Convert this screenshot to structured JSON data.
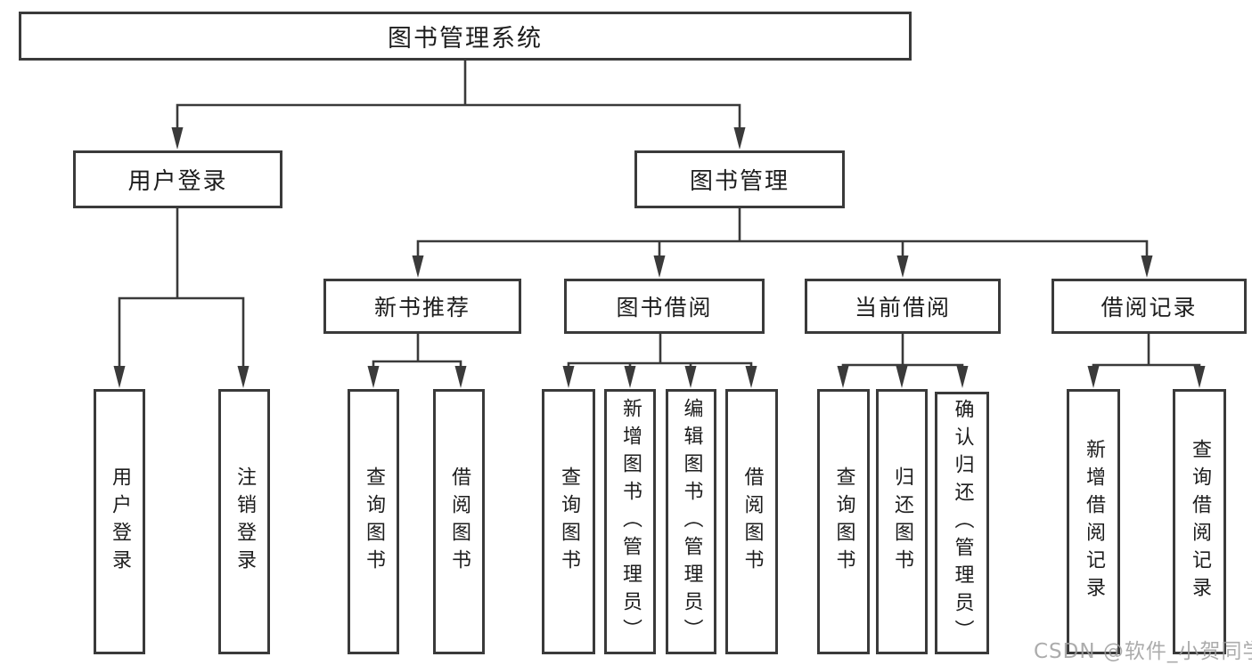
{
  "diagram": {
    "root": {
      "label": "图书管理系统"
    },
    "level2": [
      {
        "label": "用户登录"
      },
      {
        "label": "图书管理"
      }
    ],
    "level3": [
      {
        "label": "新书推荐"
      },
      {
        "label": "图书借阅"
      },
      {
        "label": "当前借阅"
      },
      {
        "label": "借阅记录"
      }
    ],
    "leaves": {
      "login": [
        "用户登录",
        "注销登录"
      ],
      "recommend": [
        "查询图书",
        "借阅图书"
      ],
      "borrow": [
        "查询图书",
        "新增图书（管理员）",
        "编辑图书（管理员）",
        "借阅图书"
      ],
      "current": [
        "查询图书",
        "归还图书",
        "确认归还（管理员）"
      ],
      "records": [
        "新增借阅记录",
        "查询借阅记录"
      ]
    }
  },
  "watermark": "CSDN @软件_小贺同学",
  "colors": {
    "line": "#3a3a3a",
    "text": "#1d1d1d",
    "watermark": "#9e9e9e",
    "background": "#ffffff"
  }
}
